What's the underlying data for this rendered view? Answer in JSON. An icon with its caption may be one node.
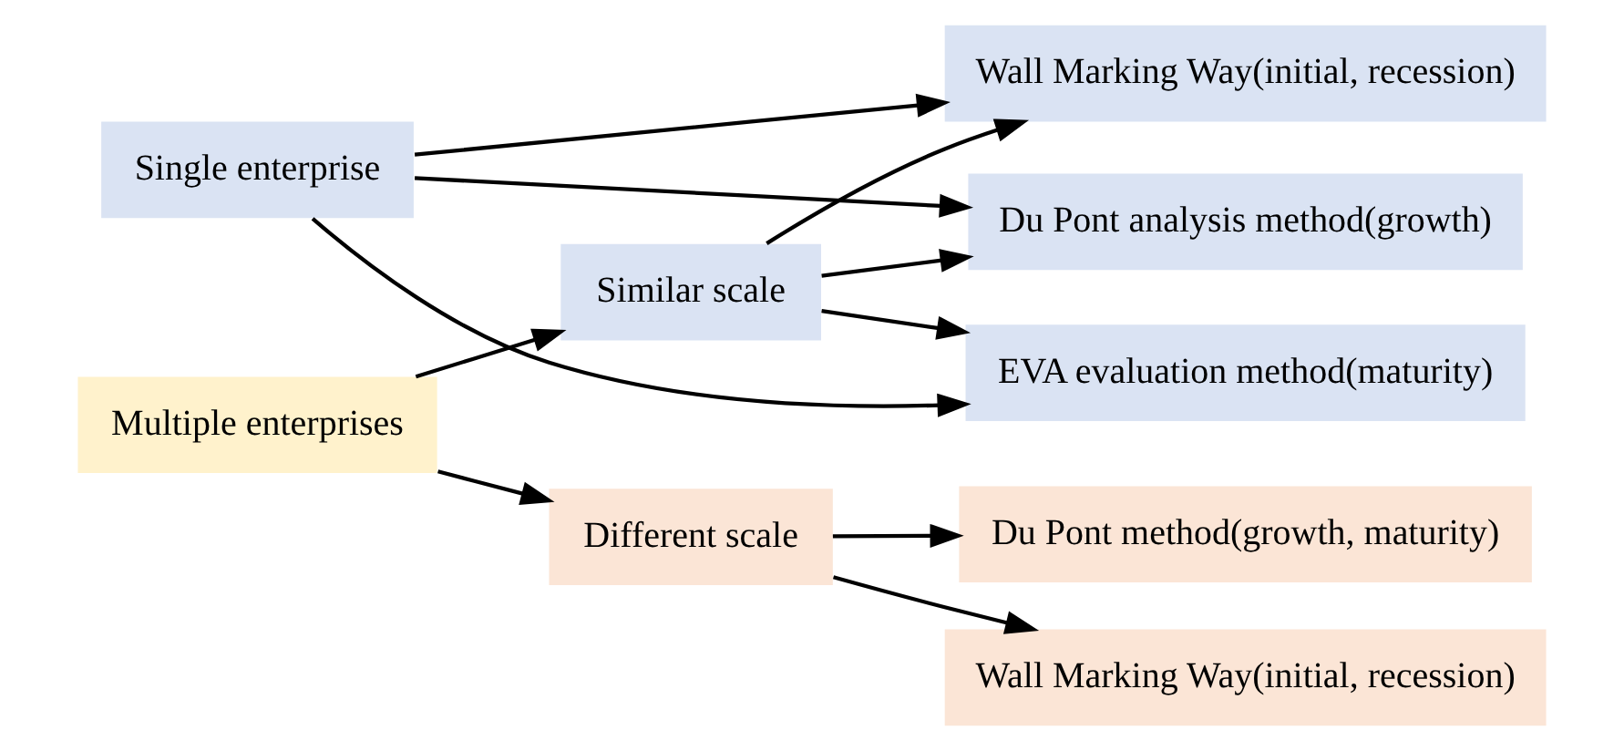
{
  "diagram": {
    "nodes": [
      {
        "text": [
          "Single enterprise"
        ]
      },
      {
        "text": [
          "Multiple enterprises"
        ]
      },
      {
        "text": [
          "Similar scale"
        ]
      },
      {
        "text": [
          "Different scale"
        ]
      },
      {
        "text": [
          "Wall Marking Way(initial, recession)"
        ]
      },
      {
        "text": [
          "Du Pont analysis method(growth)"
        ]
      },
      {
        "text": [
          "EVA evaluation method(maturity)"
        ]
      },
      {
        "text": [
          "Wall Marking Way(initial, recession)"
        ]
      },
      {
        "text": [
          "Du Pont method(growth, maturity)"
        ]
      }
    ],
    "edges": [
      {
        "from": 0,
        "to": 4,
        "arrow": "to"
      },
      {
        "from": 0,
        "to": 5,
        "arrow": "to"
      },
      {
        "from": 0,
        "to": 6,
        "arrow": "to"
      },
      {
        "from": 1,
        "to": 2,
        "arrow": "to"
      },
      {
        "from": 1,
        "to": 3,
        "arrow": "to"
      },
      {
        "from": 2,
        "to": 4,
        "arrow": "to"
      },
      {
        "from": 2,
        "to": 5,
        "arrow": "to"
      },
      {
        "from": 2,
        "to": 6,
        "arrow": "to"
      },
      {
        "from": 3,
        "to": 7,
        "arrow": "to"
      },
      {
        "from": 3,
        "to": 8,
        "arrow": "to"
      }
    ]
  }
}
